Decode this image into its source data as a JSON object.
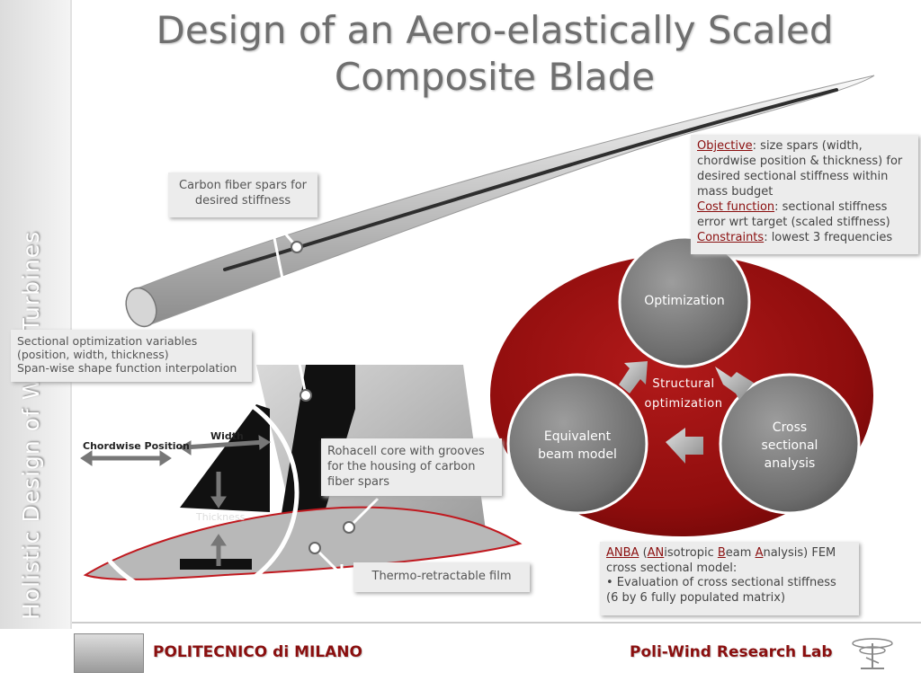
{
  "title": {
    "line1": "Design of an Aero-elastically Scaled",
    "line2": "Composite Blade"
  },
  "sidebar": {
    "text": "Holistic Design of Wind Turbines"
  },
  "callouts": {
    "spars": "Carbon fiber spars for desired stiffness",
    "variables": {
      "line1": "Sectional optimization variables",
      "line2": "(position, width, thickness)",
      "line3": "Span-wise shape function interpolation"
    },
    "rohacell": "Rohacell core with grooves for the housing of carbon fiber spars",
    "film": "Thermo-retractable film",
    "objective": {
      "objective_label": "Objective",
      "objective_text": ": size spars (width, chordwise position & thickness) for desired sectional stiffness within mass budget",
      "cost_label": "Cost function",
      "cost_text": ": sectional stiffness error wrt target (scaled stiffness)",
      "constraints_label": "Constraints",
      "constraints_text": ": lowest 3 frequencies"
    },
    "anba": {
      "anba": "ANBA",
      "open": " (",
      "an": "AN",
      "isotropic": "isotropic ",
      "b": "B",
      "eam": "eam ",
      "a": "A",
      "nalysis": "nalysis) FEM",
      "line2": "cross sectional model:",
      "line3": "• Evaluation of cross sectional stiffness",
      "line4": "(6 by 6 fully populated matrix)"
    }
  },
  "diagram_labels": {
    "chordwise": "Chordwise Position",
    "width": "Width",
    "thickness": "Thickness"
  },
  "cycle": {
    "optimization": "Optimization",
    "structural_1": "Structural",
    "structural_2": "optimization",
    "beam_1": "Equivalent",
    "beam_2": "beam model",
    "cross_1": "Cross",
    "cross_2": "sectional",
    "cross_3": "analysis"
  },
  "footer": {
    "left": "POLITECNICO di MILANO",
    "right": "Poli-Wind Research Lab"
  },
  "colors": {
    "accent_red": "#8a0f0f",
    "cycle_red": "#8f0d0d",
    "title_gray": "#6f6f6f"
  }
}
